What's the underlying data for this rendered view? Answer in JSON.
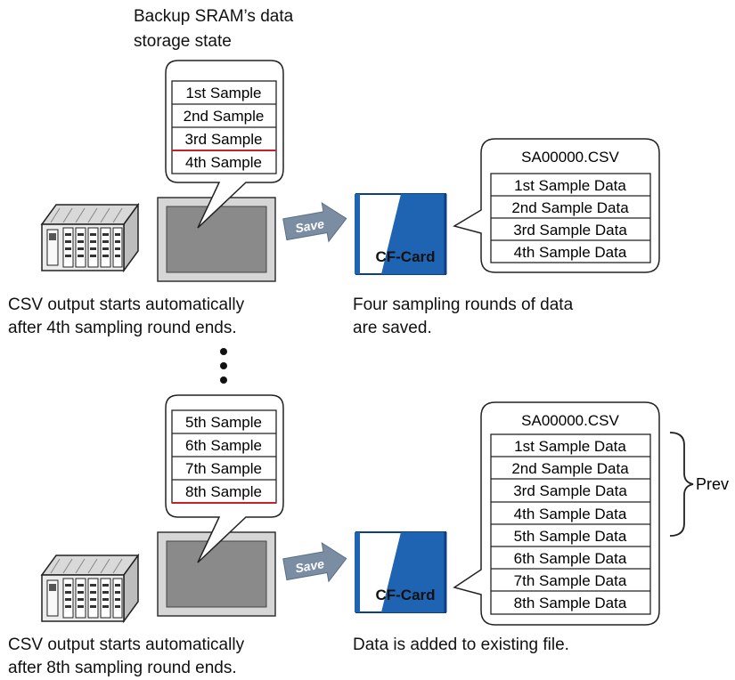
{
  "top": {
    "heading_line1": "Backup SRAM’s data",
    "heading_line2": "storage state",
    "sram_rows": [
      "1st Sample",
      "2nd Sample",
      "3rd Sample",
      "4th Sample"
    ],
    "save_label": "Save",
    "card_label": "CF-Card",
    "file_name": "SA00000.CSV",
    "file_rows": [
      "1st Sample Data",
      "2nd Sample Data",
      "3rd Sample Data",
      "4th Sample Data"
    ],
    "caption_left_line1": "CSV output starts automatically",
    "caption_left_line2": "after 4th sampling round ends.",
    "caption_right_line1": "Four sampling rounds of data",
    "caption_right_line2": "are saved."
  },
  "bottom": {
    "sram_rows": [
      "5th Sample",
      "6th Sample",
      "7th Sample",
      "8th Sample"
    ],
    "save_label": "Save",
    "card_label": "CF-Card",
    "file_name": "SA00000.CSV",
    "file_rows": [
      "1st Sample Data",
      "2nd Sample Data",
      "3rd Sample Data",
      "4th Sample Data",
      "5th Sample Data",
      "6th Sample Data",
      "7th Sample Data",
      "8th Sample Data"
    ],
    "bracket_label": "Prev",
    "caption_left_line1": "CSV output starts automatically",
    "caption_left_line2": "after 8th sampling round ends.",
    "caption_right_line1": "Data is added to existing file."
  },
  "colors": {
    "card_blue": "#1f63b3",
    "card_dark": "#0d3f86",
    "save_arrow": "#7a8da3",
    "marker_red": "#c8202a",
    "screen_gray": "#8a8a8a"
  },
  "icons": [
    "plc-rack-icon",
    "display-panel-icon",
    "save-arrow-icon",
    "cf-card-icon",
    "ellipsis-dots-icon",
    "bracket-icon"
  ]
}
